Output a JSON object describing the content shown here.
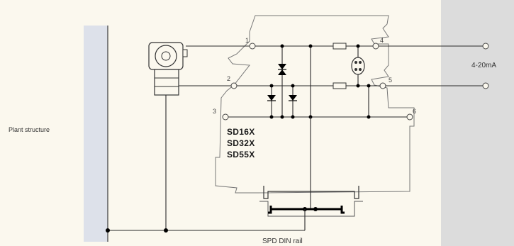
{
  "labels": {
    "plant_structure": "Plant structure",
    "signal": "4-20mA",
    "din_rail": "SPD DIN rail",
    "models": [
      "SD16X",
      "SD32X",
      "SD55X"
    ]
  },
  "terminals": {
    "t1": "1",
    "t2": "2",
    "t3": "3",
    "t4": "4",
    "t5": "5",
    "t6": "6"
  },
  "colors": {
    "background": "#fbf8ee",
    "side_panel": "#dcdcdc",
    "plant_bar": "#dde1ea",
    "wire": "#2a2a2a"
  },
  "icons": [
    "transmitter-icon",
    "diode-icon",
    "resistor-icon",
    "gas-discharge-tube-icon",
    "din-rail-icon"
  ]
}
